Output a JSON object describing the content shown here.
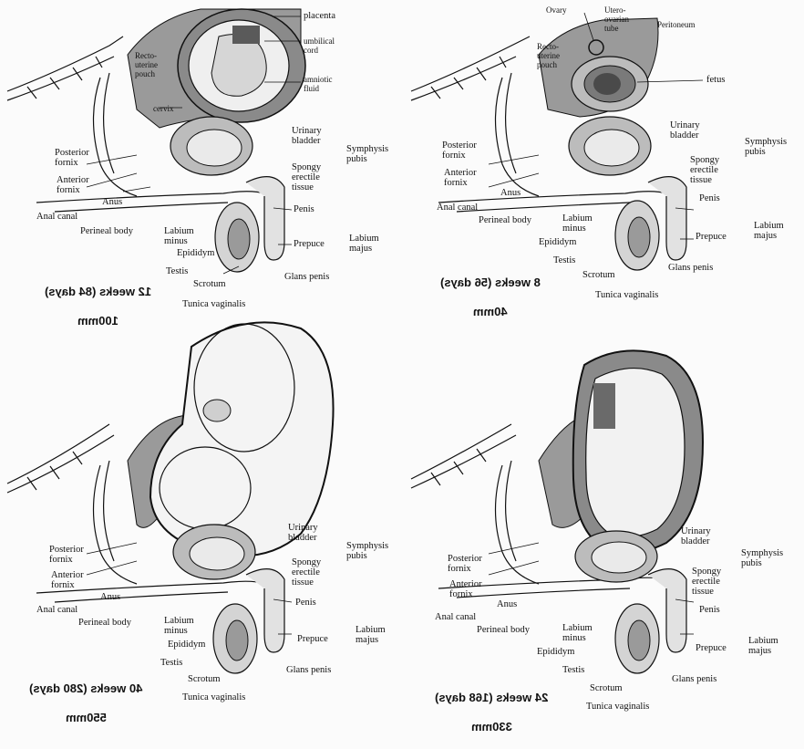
{
  "panels": [
    {
      "id": "p12",
      "caption_line1": "12 weeks (84 days)",
      "caption_line2": "100mm",
      "labels": {
        "placenta": "placenta",
        "umbilical_cord": "umbilical\ncord",
        "amniotic_fluid": "amniotic\nfluid",
        "cervix": "cervix",
        "recto_uterine_pouch": "Recto-\nuterine\npouch",
        "urinary_bladder": "Urinary\nbladder",
        "symphysis_pubis": "Symphysis\npubis",
        "posterior_fornix": "Posterior\nfornix",
        "anterior_fornix": "Anterior\nfornix",
        "spongy_erectile_tissue": "Spongy\nerectile\ntissue",
        "anus": "Anus",
        "anal_canal": "Anal canal",
        "perineal_body": "Perineal body",
        "penis": "Penis",
        "labium_minus": "Labium\nminus",
        "labium_majus": "Labium\nmajus",
        "epididym": "Epididym",
        "prepuce": "Prepuce",
        "testis": "Testis",
        "glans_penis": "Glans penis",
        "scrotum": "Scrotum",
        "tunica_vaginalis": "Tunica vaginalis"
      }
    },
    {
      "id": "p8",
      "caption_line1": "8 weeks (56 days)",
      "caption_line2": "40mm",
      "labels": {
        "ovary": "Ovary",
        "utero_ovarian_tube": "Utero-\novarian\ntube",
        "peritoneum": "Peritoneum",
        "recto_uterine_pouch": "Recto-\nuterine\npouch",
        "fetus": "fetus",
        "urinary_bladder": "Urinary\nbladder",
        "symphysis_pubis": "Symphysis\npubis",
        "posterior_fornix": "Posterior\nfornix",
        "anterior_fornix": "Anterior\nfornix",
        "spongy_erectile_tissue": "Spongy\nerectile\ntissue",
        "anus": "Anus",
        "anal_canal": "Anal canal",
        "perineal_body": "Perineal body",
        "penis": "Penis",
        "labium_minus": "Labium\nminus",
        "labium_majus": "Labium\nmajus",
        "epididym": "Epididym",
        "prepuce": "Prepuce",
        "testis": "Testis",
        "glans_penis": "Glans penis",
        "scrotum": "Scrotum",
        "tunica_vaginalis": "Tunica vaginalis"
      }
    },
    {
      "id": "p40",
      "caption_line1": "40 weeks (280 days)",
      "caption_line2": "550mm",
      "labels": {
        "urinary_bladder": "Urinary\nbladder",
        "symphysis_pubis": "Symphysis\npubis",
        "posterior_fornix": "Posterior\nfornix",
        "anterior_fornix": "Anterior\nfornix",
        "spongy_erectile_tissue": "Spongy\nerectile\ntissue",
        "anus": "Anus",
        "anal_canal": "Anal canal",
        "perineal_body": "Perineal body",
        "penis": "Penis",
        "labium_minus": "Labium\nminus",
        "labium_majus": "Labium\nmajus",
        "epididym": "Epididym",
        "prepuce": "Prepuce",
        "testis": "Testis",
        "glans_penis": "Glans penis",
        "scrotum": "Scrotum",
        "tunica_vaginalis": "Tunica vaginalis"
      }
    },
    {
      "id": "p24",
      "caption_line1": "24 weeks (168 days)",
      "caption_line2": "330mm",
      "labels": {
        "urinary_bladder": "Urinary\nbladder",
        "symphysis_pubis": "Symphysis\npubis",
        "posterior_fornix": "Posterior\nfornix",
        "anterior_fornix": "Anterior\nfornix",
        "spongy_erectile_tissue": "Spongy\nerectile\ntissue",
        "anus": "Anus",
        "anal_canal": "Anal canal",
        "perineal_body": "Perineal body",
        "penis": "Penis",
        "labium_minus": "Labium\nminus",
        "labium_majus": "Labium\nmajus",
        "epididym": "Epididym",
        "prepuce": "Prepuce",
        "testis": "Testis",
        "glans_penis": "Glans penis",
        "scrotum": "Scrotum",
        "tunica_vaginalis": "Tunica vaginalis"
      }
    }
  ],
  "colors": {
    "tissue_gray": "#9a9a9a",
    "dark_gray": "#6e6e6e",
    "line": "#111111",
    "background": "#fbfbfb"
  }
}
